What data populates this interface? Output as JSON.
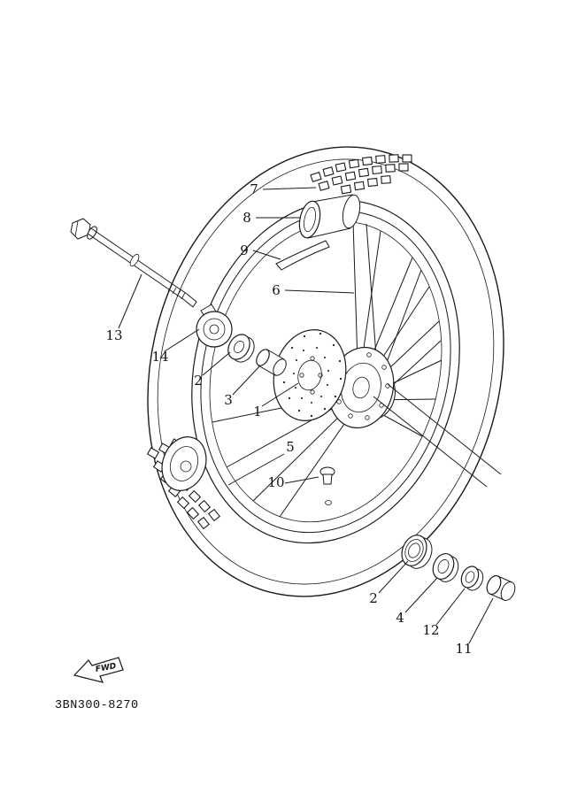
{
  "colors": {
    "ink": "#1a1a1a",
    "background": "#ffffff"
  },
  "callouts": {
    "tire": "7",
    "rim_band": "8",
    "rim_strip": "9",
    "spokes": "6",
    "axle": "13",
    "speedometer_drive": "14",
    "bearing_left": "2",
    "collar_spacer": "3",
    "hub": "1",
    "rim": "5",
    "valve": "10",
    "bearing_right": "2",
    "oil_seal": "4",
    "nut": "12",
    "axle_collar": "11"
  },
  "fwd": {
    "label": "FWD"
  },
  "footer": {
    "part_number": "3BN300-8270"
  }
}
